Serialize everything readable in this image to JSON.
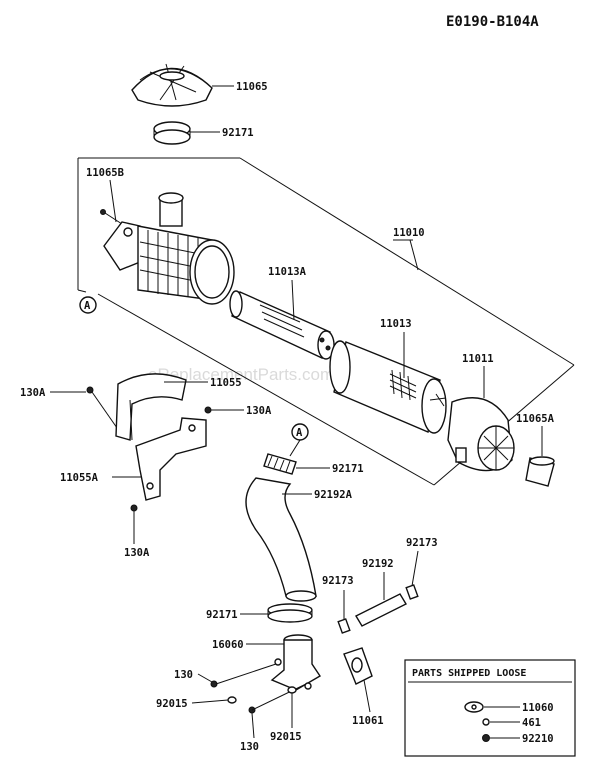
{
  "diagram_id": "E0190-B104A",
  "watermark": "eReplacementParts.com",
  "callout": "A",
  "labels": {
    "p11065": "11065",
    "p92171_top": "92171",
    "p11065B": "11065B",
    "p11010": "11010",
    "p11013A": "11013A",
    "p11013": "11013",
    "p11011": "11011",
    "p11065A": "11065A",
    "p130A_1": "130A",
    "p11055": "11055",
    "p130A_2": "130A",
    "p11055A": "11055A",
    "p130A_3": "130A",
    "p92171_mid": "92171",
    "p92192A": "92192A",
    "p92173_a": "92173",
    "p92192": "92192",
    "p92173_b": "92173",
    "p92171_low": "92171",
    "p16060": "16060",
    "p130": "130",
    "p92015_a": "92015",
    "p11061": "11061",
    "p130_b": "130",
    "p92015_b": "92015"
  },
  "loose_box": {
    "title": "PARTS SHIPPED LOOSE",
    "items": [
      "11060",
      "461",
      "92210"
    ]
  }
}
